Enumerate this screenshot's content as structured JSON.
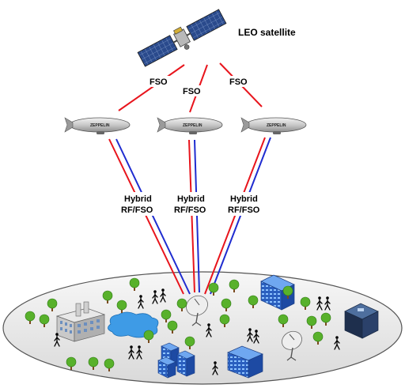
{
  "satellite_label": "LEO satellite",
  "fso_labels": [
    "FSO",
    "FSO",
    "FSO"
  ],
  "airship_brand": "ZEPPELIN",
  "hybrid_link": {
    "line1": "Hybrid",
    "line2": "RF/FSO"
  },
  "link_colors": {
    "fso": "#e8141c",
    "rf": "#1f2cd0"
  },
  "icons": {
    "satellite": "leo-satellite-icon",
    "airship": "airship-icon",
    "ground_station": "satellite-dish-icon",
    "tree": "tree-icon",
    "person": "person-icon",
    "building": "building-icon",
    "lake": "lake-icon"
  }
}
